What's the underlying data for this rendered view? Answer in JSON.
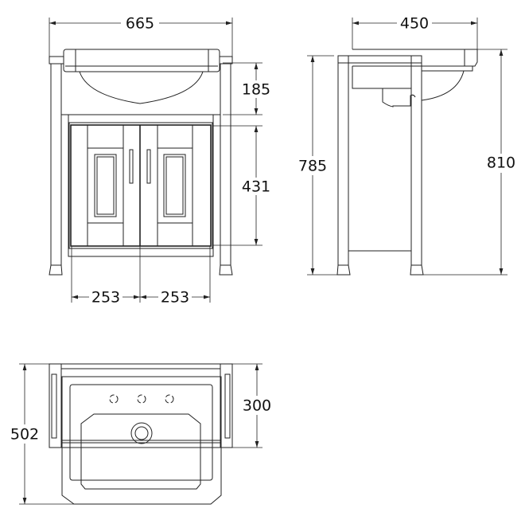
{
  "front_view": {
    "width": "665",
    "basin_depth": "185",
    "door_height": "431",
    "door_left_width": "253",
    "door_right_width": "253"
  },
  "side_view": {
    "depth": "450",
    "frame_height": "785",
    "overall_height": "810"
  },
  "plan_view": {
    "overall_depth": "502",
    "frame_depth": "300"
  },
  "colors": {
    "line": "#222222",
    "background": "#ffffff"
  }
}
